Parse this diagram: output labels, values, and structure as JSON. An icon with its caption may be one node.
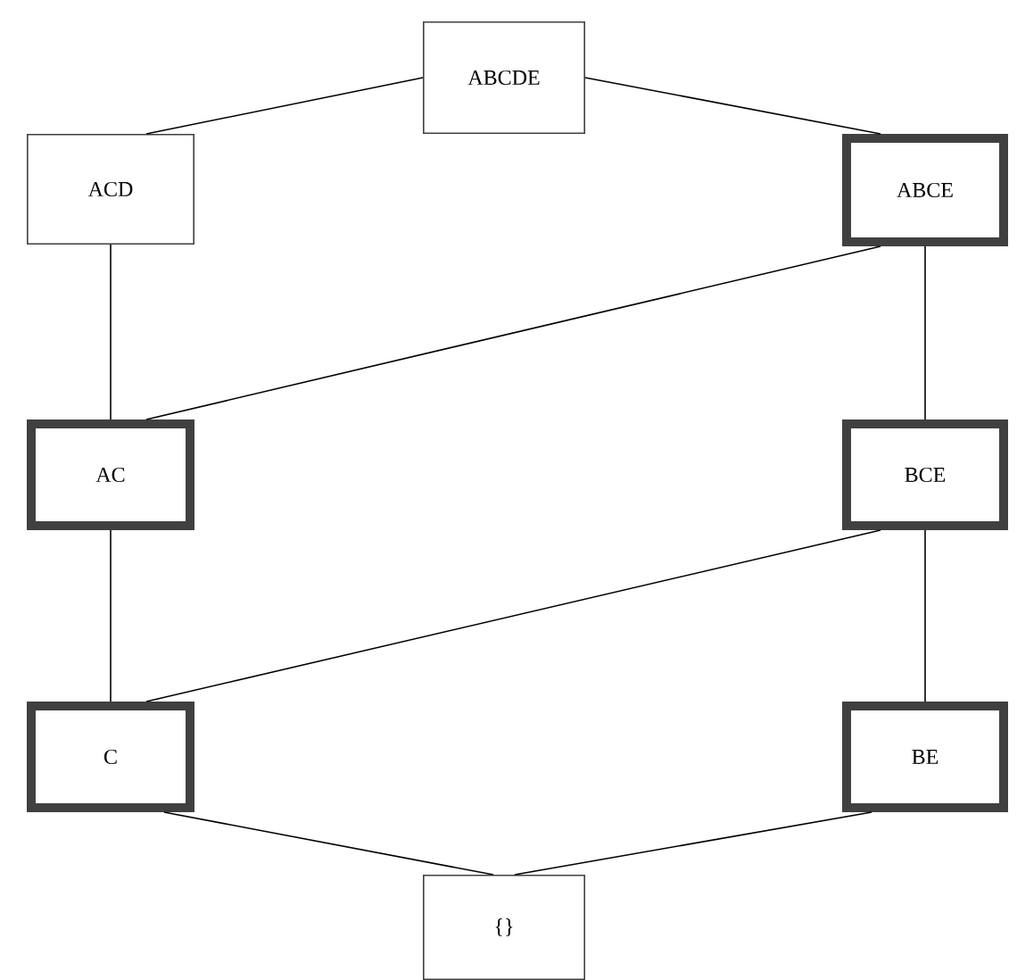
{
  "diagram": {
    "nodes": [
      {
        "text": [
          "ABCDE"
        ]
      },
      {
        "text": [
          "ACD"
        ]
      },
      {
        "text": [
          "ABCE"
        ]
      },
      {
        "text": [
          "AC"
        ]
      },
      {
        "text": [
          "BCE"
        ]
      },
      {
        "text": [
          "C"
        ]
      },
      {
        "text": [
          "BE"
        ]
      },
      {
        "text": [
          "{}"
        ]
      }
    ],
    "edges": [
      {
        "from": 0,
        "to": 1,
        "arrow": "none"
      },
      {
        "from": 0,
        "to": 2,
        "arrow": "none"
      },
      {
        "from": 1,
        "to": 3,
        "arrow": "none"
      },
      {
        "from": 2,
        "to": 3,
        "arrow": "none"
      },
      {
        "from": 2,
        "to": 4,
        "arrow": "none"
      },
      {
        "from": 3,
        "to": 5,
        "arrow": "none"
      },
      {
        "from": 4,
        "to": 5,
        "arrow": "none"
      },
      {
        "from": 4,
        "to": 6,
        "arrow": "none"
      },
      {
        "from": 5,
        "to": 7,
        "arrow": "none"
      },
      {
        "from": 6,
        "to": 7,
        "arrow": "none"
      }
    ]
  }
}
